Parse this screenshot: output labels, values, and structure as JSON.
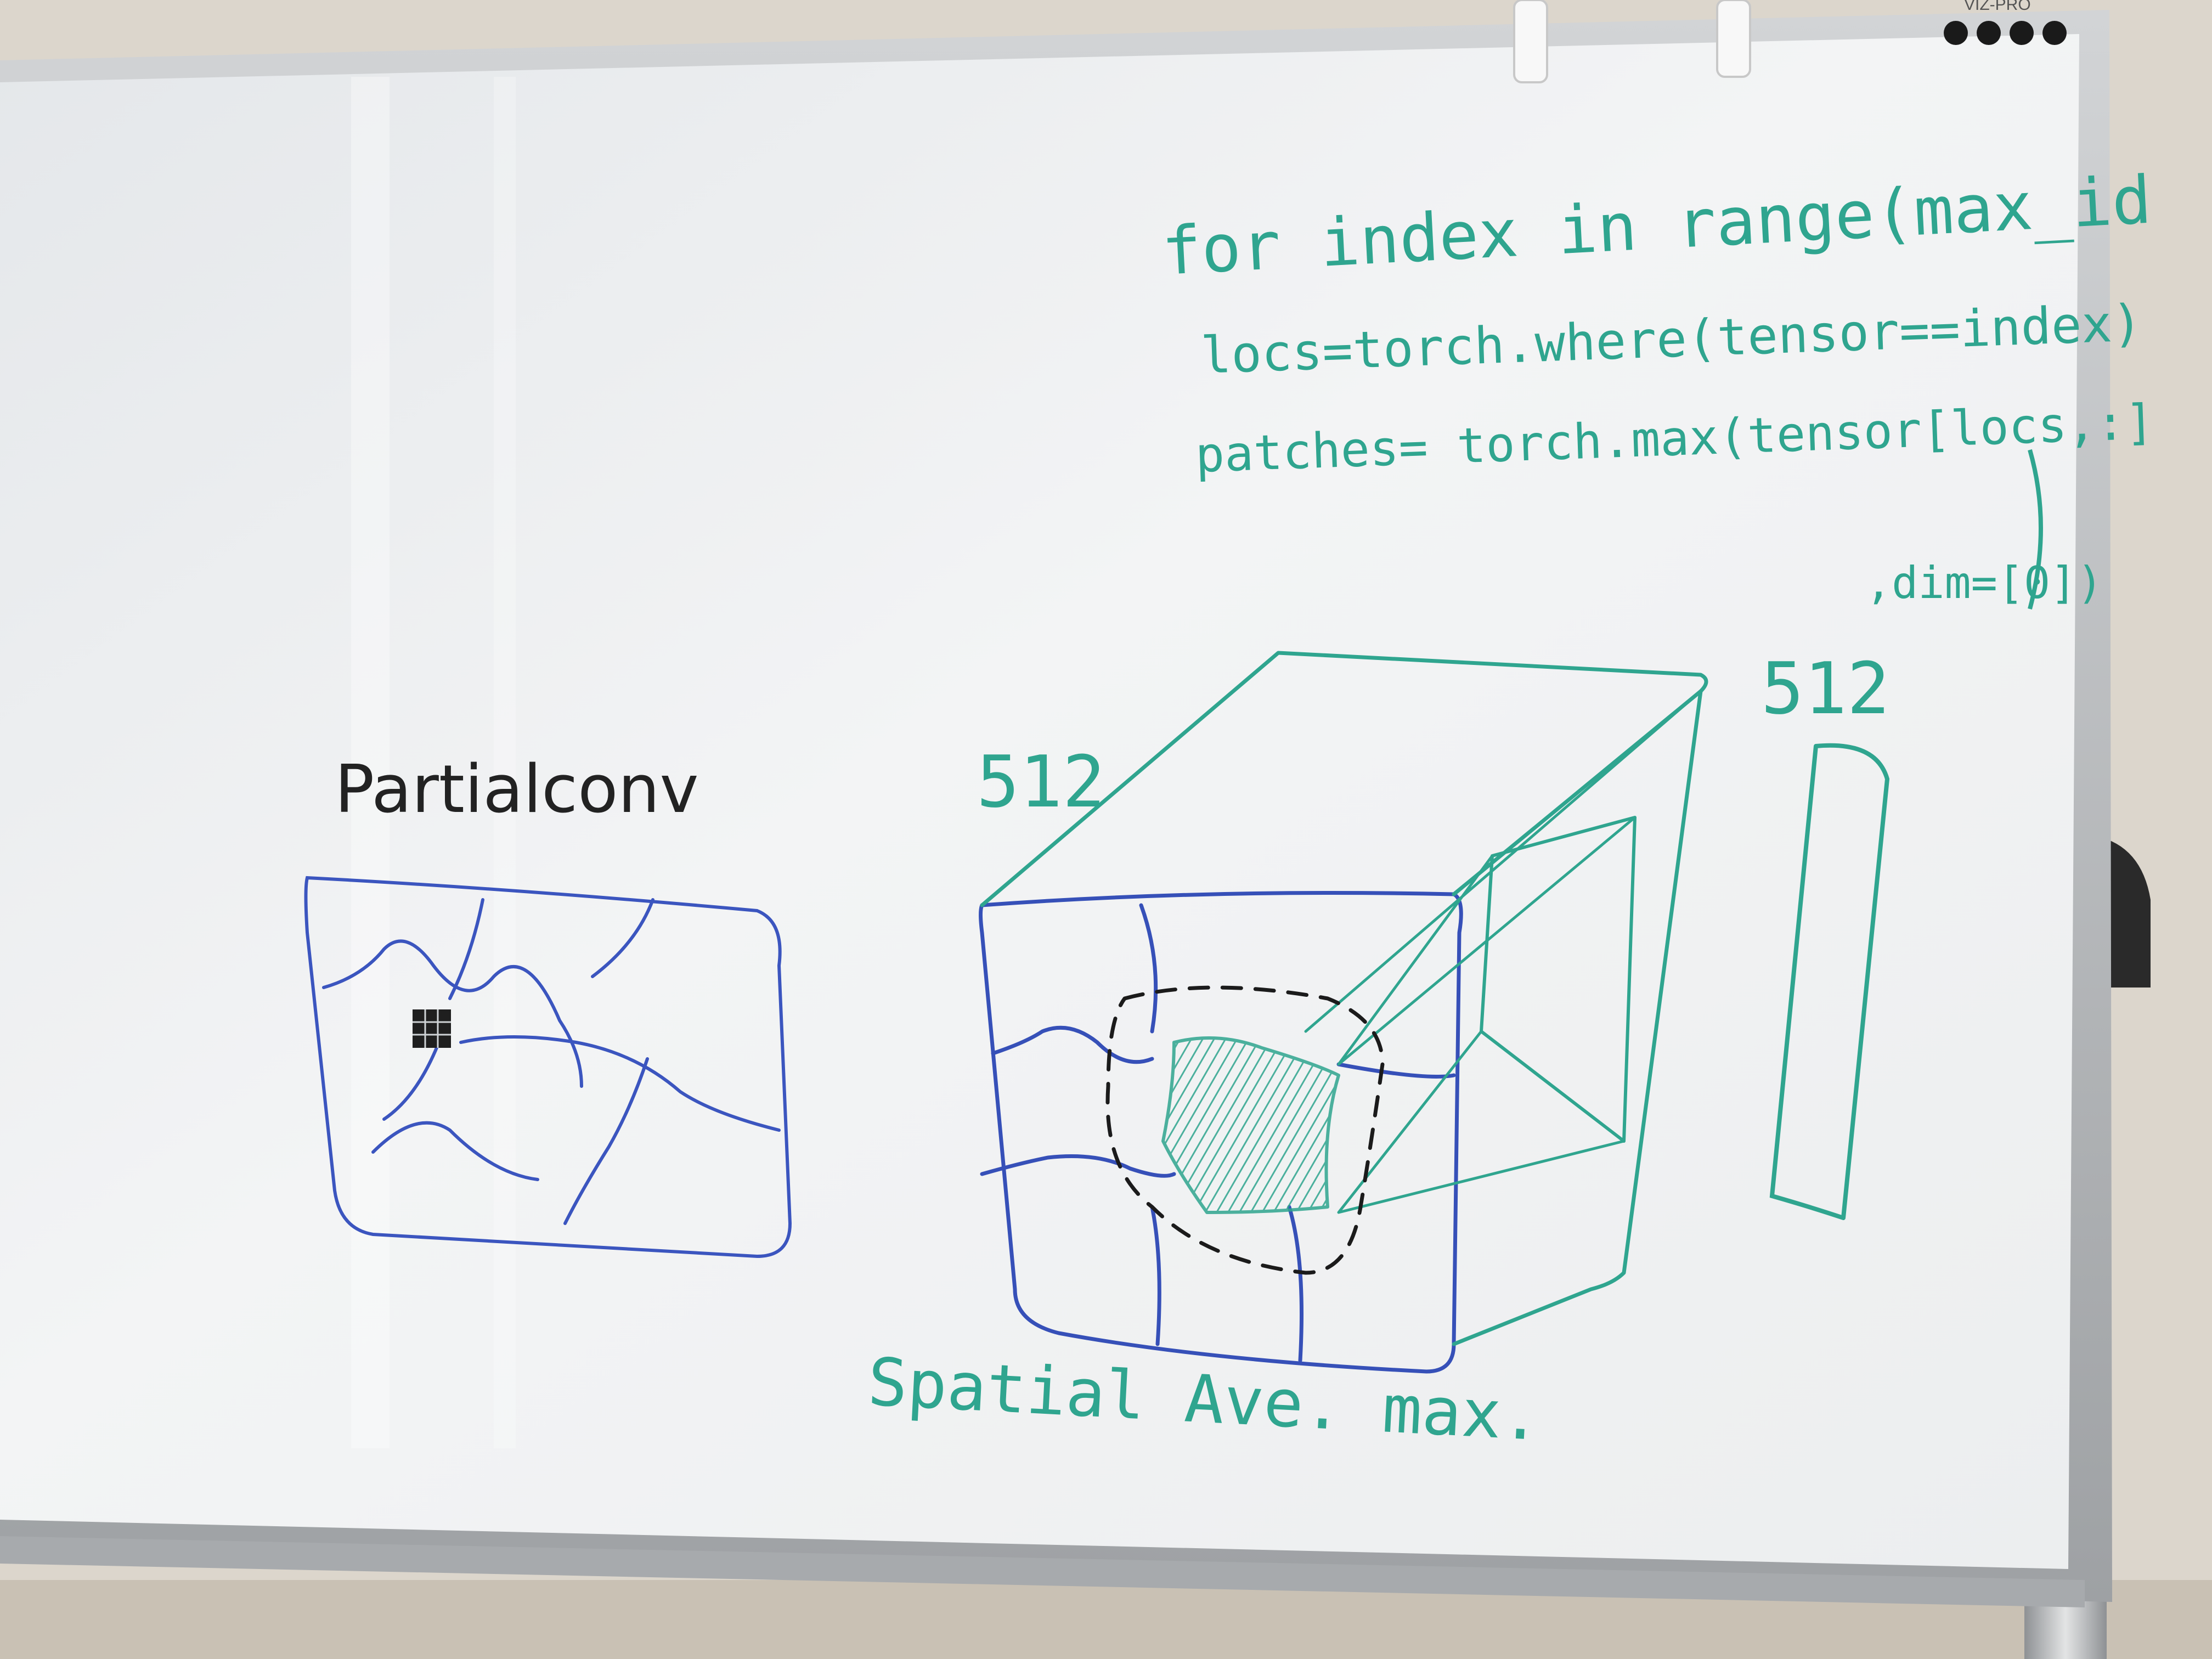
{
  "brand": "VIZ-PRO",
  "code": {
    "line1": "for index in range(max_id",
    "line2": "locs=torch.where(tensor==index)",
    "line3": "patches= torch.max(tensor[locs,:]",
    "line4": ",dim=[0])"
  },
  "labels": {
    "partialconv": "Partialconv",
    "cube_size": "512",
    "bar_size": "512",
    "caption_spatial": "Spatial Ave. max."
  },
  "colors": {
    "green_marker": "#2fa58f",
    "blue_marker": "#3650b8",
    "black_marker": "#222222",
    "board": "#eef0f1",
    "frame": "#b9bcbf",
    "wall": "#d9d4cc"
  }
}
